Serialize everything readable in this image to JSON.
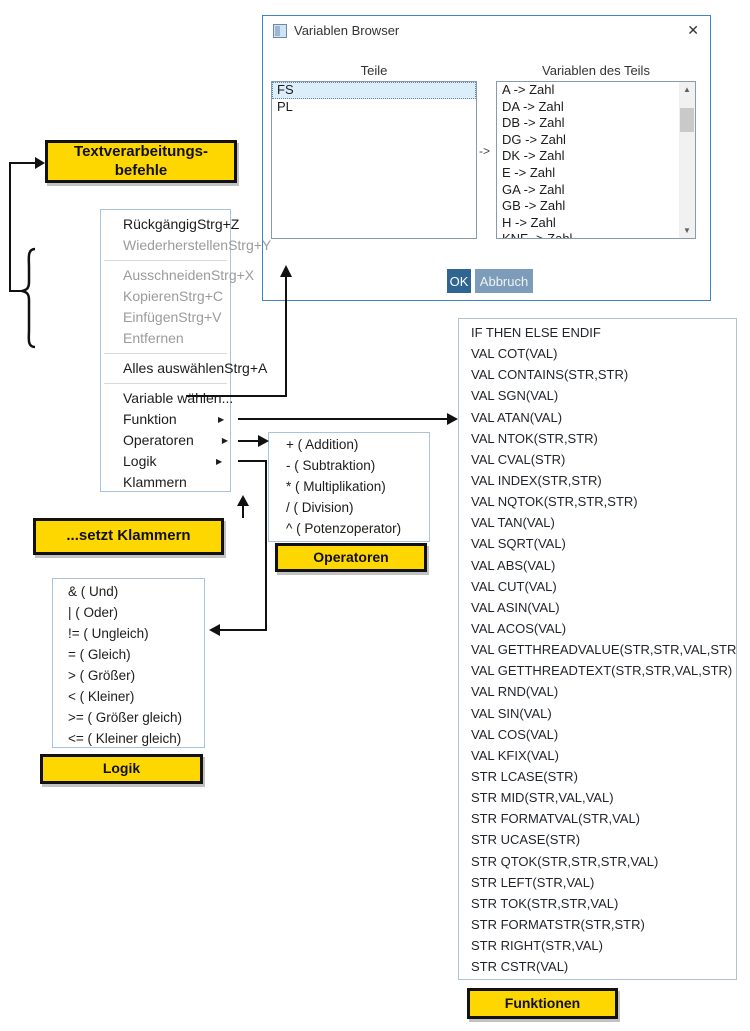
{
  "dialog": {
    "title": "Variablen Browser",
    "close_glyph": "✕",
    "left_header": "Teile",
    "right_header": "Variablen des Teils",
    "transfer_label": "->",
    "teile": [
      {
        "label": "FS",
        "selected": true
      },
      {
        "label": "PL"
      }
    ],
    "variablen": [
      "A -> Zahl",
      "DA -> Zahl",
      "DB -> Zahl",
      "DG -> Zahl",
      "DK -> Zahl",
      "E -> Zahl",
      "GA -> Zahl",
      "GB -> Zahl",
      "H -> Zahl",
      "KNF -> Zahl"
    ],
    "ok_label": "OK",
    "cancel_label": "Abbruch"
  },
  "context_menu": {
    "items": [
      {
        "label": "Rückgängig",
        "shortcut": "Strg+Z",
        "enabled": true
      },
      {
        "label": "Wiederherstellen",
        "shortcut": "Strg+Y",
        "enabled": false
      },
      {
        "separator": true
      },
      {
        "label": "Ausschneiden",
        "shortcut": "Strg+X",
        "enabled": false
      },
      {
        "label": "Kopieren",
        "shortcut": "Strg+C",
        "enabled": false
      },
      {
        "label": "Einfügen",
        "shortcut": "Strg+V",
        "enabled": false
      },
      {
        "label": "Entfernen",
        "enabled": false
      },
      {
        "separator": true
      },
      {
        "label": "Alles auswählen",
        "shortcut": "Strg+A",
        "enabled": true
      },
      {
        "separator": true
      },
      {
        "label": "Variable wählen...",
        "enabled": true
      },
      {
        "label": "Funktion",
        "enabled": true,
        "submenu": true
      },
      {
        "label": "Operatoren",
        "enabled": true,
        "submenu": true
      },
      {
        "label": "Logik",
        "enabled": true,
        "submenu": true
      },
      {
        "label": "Klammern",
        "enabled": true
      }
    ]
  },
  "operator_menu": {
    "items": [
      {
        "label": "+ ( Addition)"
      },
      {
        "label": "- ( Subtraktion)"
      },
      {
        "label": "* ( Multiplikation)"
      },
      {
        "label": "/ ( Division)"
      },
      {
        "label": "^ ( Potenzoperator)"
      }
    ]
  },
  "logic_menu": {
    "items": [
      {
        "label": "& ( Und)"
      },
      {
        "label": "| ( Oder)"
      },
      {
        "label": "!= ( Ungleich)"
      },
      {
        "label": "= ( Gleich)"
      },
      {
        "label": "> ( Größer)"
      },
      {
        "label": "< ( Kleiner)"
      },
      {
        "label": ">= ( Größer gleich)"
      },
      {
        "label": "<= ( Kleiner gleich)"
      }
    ]
  },
  "functions_panel": {
    "items": [
      "IF THEN ELSE ENDIF",
      "VAL COT(VAL)",
      "VAL CONTAINS(STR,STR)",
      "VAL SGN(VAL)",
      "VAL ATAN(VAL)",
      "VAL NTOK(STR,STR)",
      "VAL CVAL(STR)",
      "VAL INDEX(STR,STR)",
      "VAL NQTOK(STR,STR,STR)",
      "VAL TAN(VAL)",
      "VAL SQRT(VAL)",
      "VAL ABS(VAL)",
      "VAL CUT(VAL)",
      "VAL ASIN(VAL)",
      "VAL ACOS(VAL)",
      "VAL GETTHREADVALUE(STR,STR,VAL,STR)",
      "VAL GETTHREADTEXT(STR,STR,VAL,STR)",
      "VAL RND(VAL)",
      "VAL SIN(VAL)",
      "VAL COS(VAL)",
      "VAL KFIX(VAL)",
      "STR LCASE(STR)",
      "STR MID(STR,VAL,VAL)",
      "STR FORMATVAL(STR,VAL)",
      "STR UCASE(STR)",
      "STR QTOK(STR,STR,STR,VAL)",
      "STR LEFT(STR,VAL)",
      "STR TOK(STR,STR,VAL)",
      "STR FORMATSTR(STR,STR)",
      "STR RIGHT(STR,VAL)",
      "STR CSTR(VAL)"
    ]
  },
  "annotations": {
    "text_commands_line1": "Textverarbeitungs-",
    "text_commands_line2": "befehle",
    "sets_brackets": "...setzt Klammern",
    "operators": "Operatoren",
    "logic": "Logik",
    "functions": "Funktionen"
  },
  "icons": {
    "submenu_arrow": "▶",
    "scroll_up": "▲",
    "scroll_down": "▼"
  },
  "colors": {
    "annotation_yellow": "#ffd700",
    "dialog_border": "#3f84c4",
    "ok_button": "#2e6591",
    "cancel_button": "#7d9cba",
    "selected_row": "#ddeefb"
  }
}
